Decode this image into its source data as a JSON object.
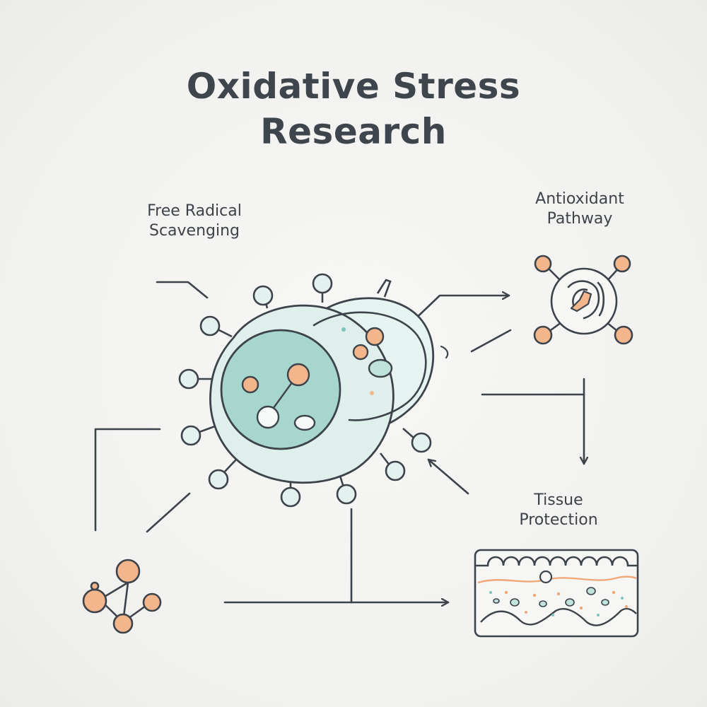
{
  "title": {
    "line1": "Oxidative Stress",
    "line2": "Research"
  },
  "labels": {
    "free_radical": {
      "line1": "Free Radical",
      "line2": "Scavenging"
    },
    "antioxidant": {
      "line1": "Antioxidant",
      "line2": "Pathway"
    },
    "tissue": {
      "line1": "Tissue",
      "line2": "Protection"
    }
  },
  "colors": {
    "line": "#3d434a",
    "cell_fill": "#dcefea",
    "nucleus_fill": "#9fd2c8",
    "accent_orange": "#f3b58c",
    "accent_teal": "#7cc4bb",
    "background": "#f3f3f1"
  },
  "icons": [
    "cell-icon",
    "antioxidant-molecule-icon",
    "molecule-cluster-icon",
    "tissue-cross-section-icon"
  ]
}
